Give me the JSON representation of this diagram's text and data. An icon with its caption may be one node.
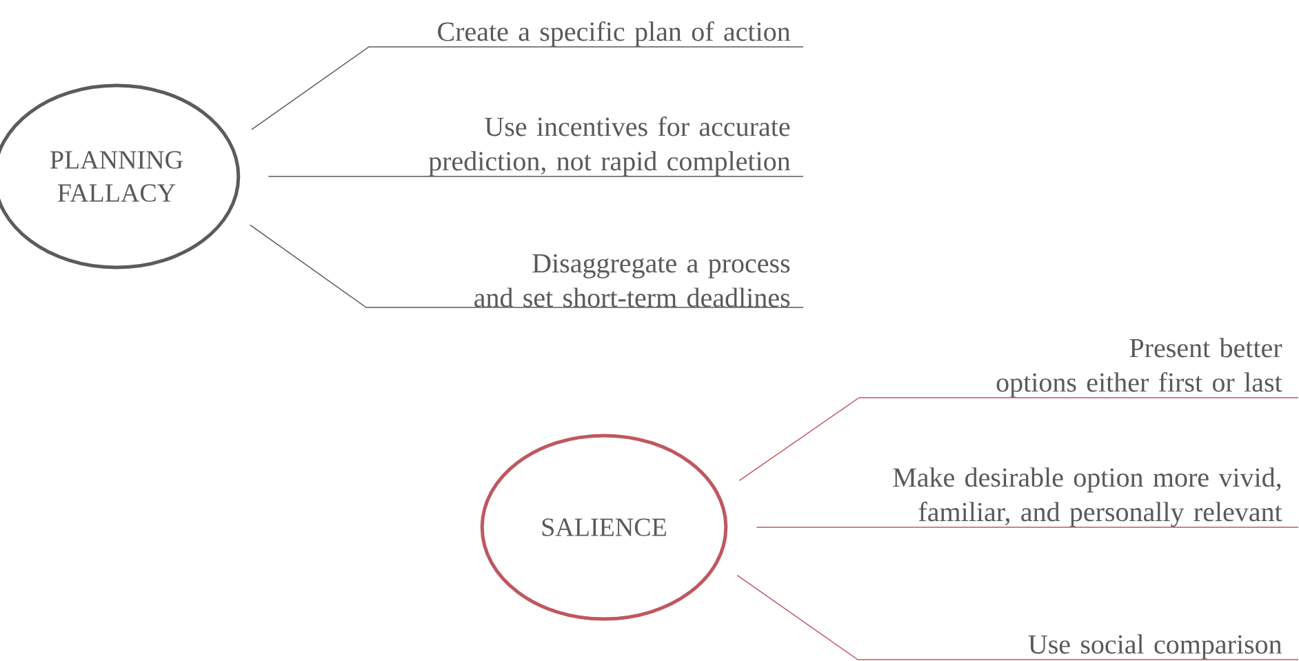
{
  "diagram": {
    "nodes": [
      {
        "text": [
          "PLANNING FALLACY"
        ]
      },
      {
        "text": [
          "Create a specific plan of action"
        ]
      },
      {
        "text": [
          "Use incentives for accurate prediction, not rapid completion"
        ]
      },
      {
        "text": [
          "Disaggregate a process and set short-term deadlines"
        ]
      },
      {
        "text": [
          "SALIENCE"
        ]
      },
      {
        "text": [
          "Present better options either first or last"
        ]
      },
      {
        "text": [
          "Make desirable option more vivid, familiar, and personally relevant"
        ]
      },
      {
        "text": [
          "Use social comparison"
        ]
      }
    ],
    "edges": [
      {
        "from": 0,
        "to": 1,
        "arrow": "none"
      },
      {
        "from": 0,
        "to": 2,
        "arrow": "none"
      },
      {
        "from": 0,
        "to": 3,
        "arrow": "none"
      },
      {
        "from": 4,
        "to": 5,
        "arrow": "none",
        "color": "#c0575f"
      },
      {
        "from": 4,
        "to": 6,
        "arrow": "none",
        "color": "#c0575f"
      },
      {
        "from": 4,
        "to": 7,
        "arrow": "none",
        "color": "#c0575f"
      }
    ]
  }
}
